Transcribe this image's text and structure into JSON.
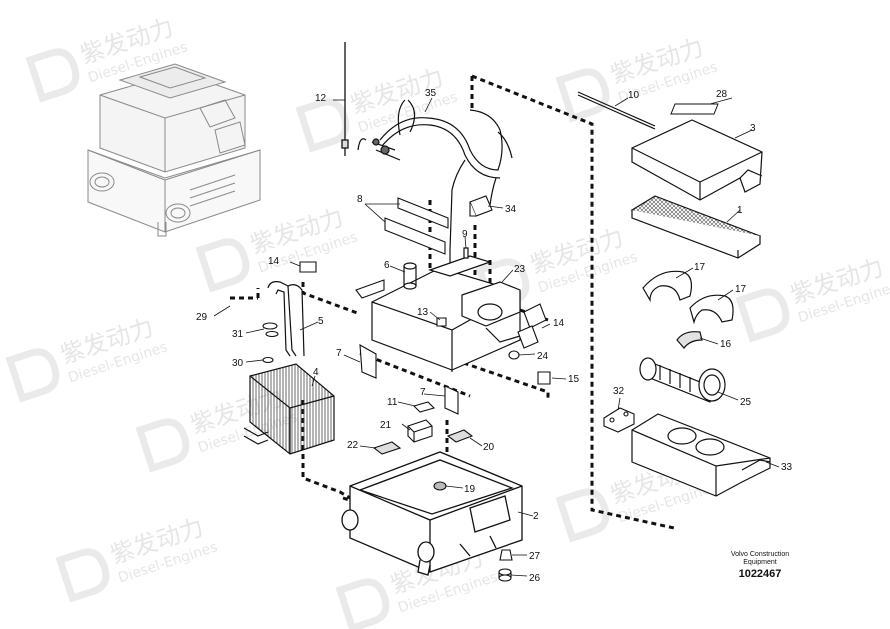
{
  "watermark": {
    "chinese": "紫发动力",
    "latin": "Diesel-Engines"
  },
  "callouts": [
    "1",
    "2",
    "3",
    "4",
    "5",
    "6",
    "7",
    "7",
    "8",
    "9",
    "10",
    "11",
    "12",
    "13",
    "14",
    "14",
    "15",
    "16",
    "17",
    "17",
    "19",
    "20",
    "21",
    "22",
    "23",
    "24",
    "25",
    "26",
    "27",
    "28",
    "29",
    "30",
    "31",
    "32",
    "33",
    "34",
    "35"
  ],
  "caption": {
    "brand_line1": "Volvo Construction",
    "brand_line2": "Equipment",
    "drawing_number": "1022467"
  }
}
